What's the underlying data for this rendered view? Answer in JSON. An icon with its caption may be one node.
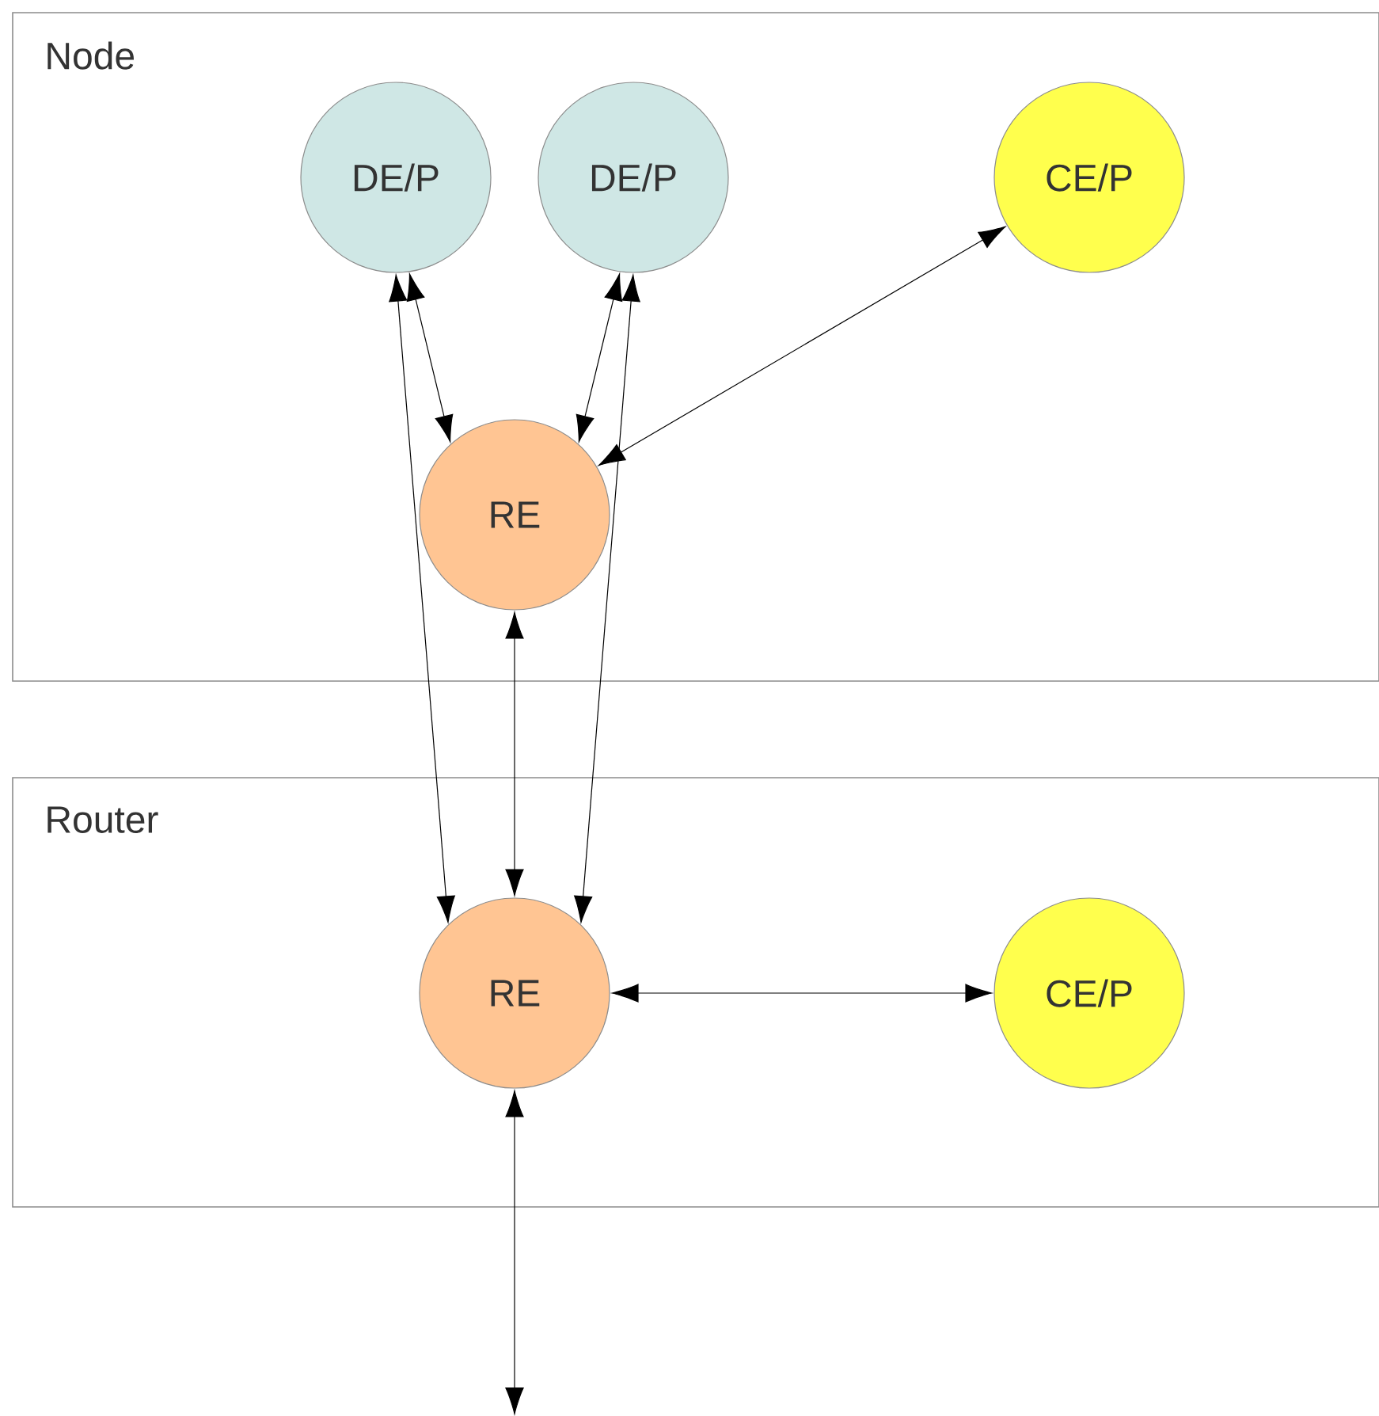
{
  "diagram": {
    "nodes": [
      {
        "text": [
          "Node"
        ]
      },
      {
        "text": [
          "DE/P"
        ],
        "in": 0
      },
      {
        "text": [
          "DE/P"
        ],
        "in": 0
      },
      {
        "text": [
          "CE/P"
        ],
        "in": 0
      },
      {
        "text": [
          "RE"
        ],
        "in": 0
      },
      {
        "text": [
          "Router"
        ]
      },
      {
        "text": [
          "RE"
        ],
        "in": 5
      },
      {
        "text": [
          "CE/P"
        ],
        "in": 5
      }
    ],
    "edges": [
      {
        "from": 1,
        "to": 4,
        "arrow": "both"
      },
      {
        "from": 2,
        "to": 4,
        "arrow": "both"
      },
      {
        "from": 3,
        "to": 4,
        "arrow": "both"
      },
      {
        "from": 4,
        "to": 6,
        "arrow": "both"
      },
      {
        "from": 1,
        "to": 6,
        "arrow": "both"
      },
      {
        "from": 2,
        "to": 6,
        "arrow": "both"
      },
      {
        "from": 6,
        "to": 7,
        "arrow": "both"
      },
      {
        "from": 6,
        "to": null,
        "arrow": "both"
      }
    ]
  }
}
